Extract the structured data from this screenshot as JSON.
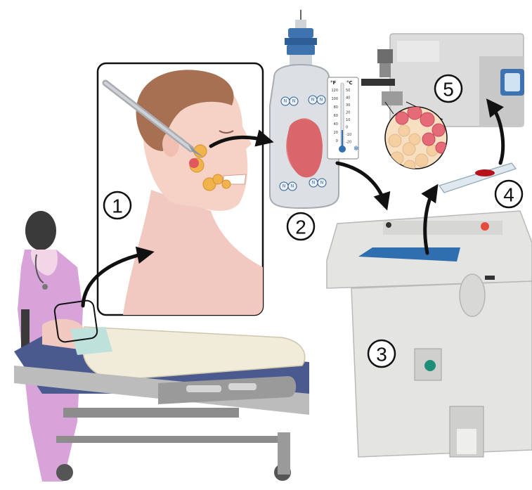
{
  "steps": [
    {
      "number": "1"
    },
    {
      "number": "2"
    },
    {
      "number": "3"
    },
    {
      "number": "4"
    },
    {
      "number": "5"
    }
  ],
  "thermometer": {
    "unit_f": "°F",
    "unit_c": "°C",
    "f_ticks": [
      "120",
      "100",
      "80",
      "60",
      "40",
      "20",
      "0"
    ],
    "c_ticks": [
      "50",
      "40",
      "30",
      "20",
      "10",
      "0",
      "-10",
      "-20"
    ]
  },
  "nitrogen_label": "N",
  "colors": {
    "tissue": "#d9666b",
    "scrubs": "#d7a3d9",
    "machine": "#e4e4e2",
    "blue_chamber": "#2f6fb0",
    "canister_cap": "#3f73b0"
  },
  "icons": [
    "scalpel-icon",
    "snowflake-icon",
    "microscope-icon",
    "slide-icon",
    "arrow-icon"
  ]
}
